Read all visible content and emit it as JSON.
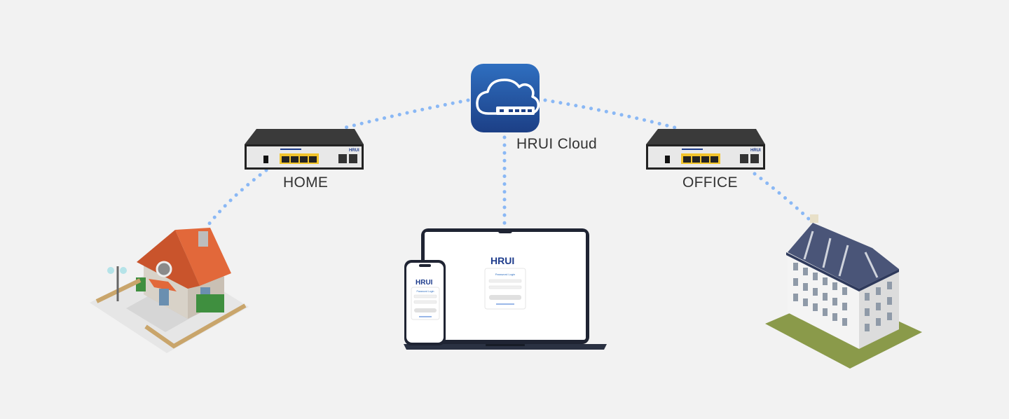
{
  "labels": {
    "cloud": "HRUI Cloud",
    "home": "HOME",
    "office": "OFFICE"
  },
  "brand": {
    "logo_text": "HRUI",
    "switch_badge": "HRUI"
  },
  "login_screen": {
    "title": "Password Login"
  },
  "colors": {
    "background": "#f2f2f2",
    "link_dots": "#8ab8f5",
    "cloud_tile_top": "#2f6fc0",
    "cloud_tile_bottom": "#1c3f86",
    "switch_body": "#2a2a2a",
    "switch_port": "#f2c42c",
    "logo": "#1e3c8c"
  },
  "icons": [
    "cloud-switch-icon",
    "network-switch",
    "house",
    "office-building",
    "laptop",
    "smartphone"
  ]
}
